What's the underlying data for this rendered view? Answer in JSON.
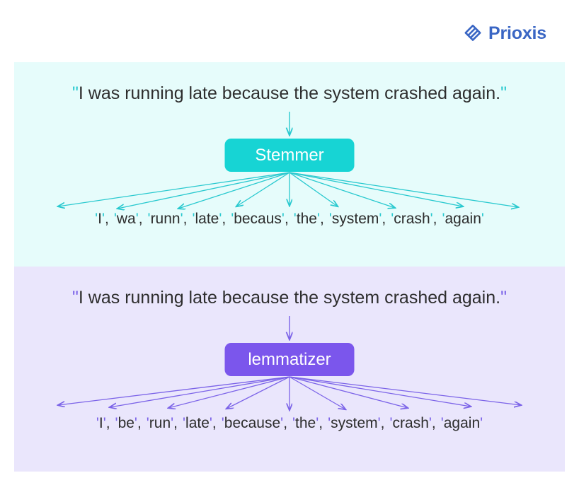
{
  "brand": {
    "name": "Prioxis",
    "icon": "prioxis-rhombus-logo",
    "color": "#3a66c4"
  },
  "colors": {
    "stemmer_panel_bg": "#e6fcfb",
    "lemmatizer_panel_bg": "#eae6fc",
    "stemmer_accent": "#17d4d4",
    "lemmatizer_accent": "#7b56ec",
    "stemmer_arrow": "#29c9cf",
    "lemmatizer_arrow": "#7b63e8",
    "text": "#2d2d2d"
  },
  "panels": [
    {
      "id": "stemmer",
      "sentence": "I was running late because the system crashed again.",
      "process_label": "Stemmer",
      "tokens": [
        "I",
        "wa",
        "runn",
        "late",
        "becaus",
        "the",
        "system",
        "crash",
        "again"
      ]
    },
    {
      "id": "lemmatizer",
      "sentence": "I was running late because the system crashed again.",
      "process_label": "lemmatizer",
      "tokens": [
        "I",
        "be",
        "run",
        "late",
        "because",
        "the",
        "system",
        "crash",
        "again"
      ]
    }
  ]
}
